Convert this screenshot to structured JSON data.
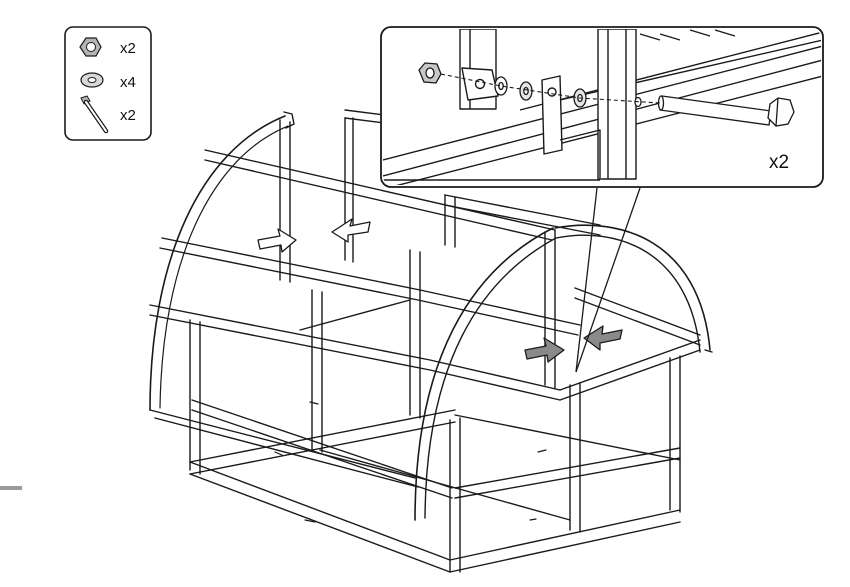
{
  "parts_box": {
    "items": [
      {
        "icon": "hex-nut-icon",
        "qty": "x2"
      },
      {
        "icon": "washer-icon",
        "qty": "x4"
      },
      {
        "icon": "bolt-icon",
        "qty": "x2"
      }
    ]
  },
  "detail_inset": {
    "qty": "x2"
  },
  "colors": {
    "line": "#1a1a1a",
    "tube_fill": "#ffffff",
    "arrow_grey": "#8a8a8a",
    "arrow_dark": "#6e6e6e",
    "detail_bg": "#f4f4f4"
  }
}
